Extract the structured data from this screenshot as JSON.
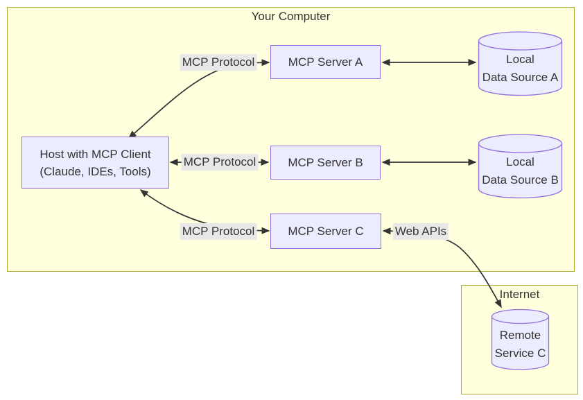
{
  "diagram": {
    "clusters": {
      "your_computer": {
        "label": "Your Computer"
      },
      "internet": {
        "label": "Internet"
      }
    },
    "nodes": {
      "host": {
        "line1": "Host with MCP Client",
        "line2": "(Claude, IDEs, Tools)",
        "shape": "rectangle"
      },
      "server_a": {
        "label": "MCP Server A",
        "shape": "rectangle"
      },
      "server_b": {
        "label": "MCP Server B",
        "shape": "rectangle"
      },
      "server_c": {
        "label": "MCP Server C",
        "shape": "rectangle"
      },
      "data_source_a": {
        "line1": "Local",
        "line2": "Data Source A",
        "shape": "cylinder"
      },
      "data_source_b": {
        "line1": "Local",
        "line2": "Data Source B",
        "shape": "cylinder"
      },
      "remote_service_c": {
        "line1": "Remote",
        "line2": "Service C",
        "shape": "cylinder"
      }
    },
    "edges": [
      {
        "from": "Host with MCP Client",
        "to": "MCP Server A",
        "label": "MCP Protocol",
        "direction": "both"
      },
      {
        "from": "Host with MCP Client",
        "to": "MCP Server B",
        "label": "MCP Protocol",
        "direction": "both"
      },
      {
        "from": "Host with MCP Client",
        "to": "MCP Server C",
        "label": "MCP Protocol",
        "direction": "both"
      },
      {
        "from": "MCP Server A",
        "to": "Local Data Source A",
        "label": "",
        "direction": "both"
      },
      {
        "from": "MCP Server B",
        "to": "Local Data Source B",
        "label": "",
        "direction": "both"
      },
      {
        "from": "MCP Server C",
        "to": "Remote Service C",
        "label": "Web APIs",
        "direction": "both"
      }
    ],
    "colors": {
      "cluster_fill": "#ffffde",
      "cluster_border": "#aaaa33",
      "node_fill": "#ececff",
      "node_border": "#9370db",
      "edge_label_bg": "#e8e8e8",
      "edge_stroke": "#333333",
      "text": "#333333",
      "background": "#ffffff"
    }
  }
}
